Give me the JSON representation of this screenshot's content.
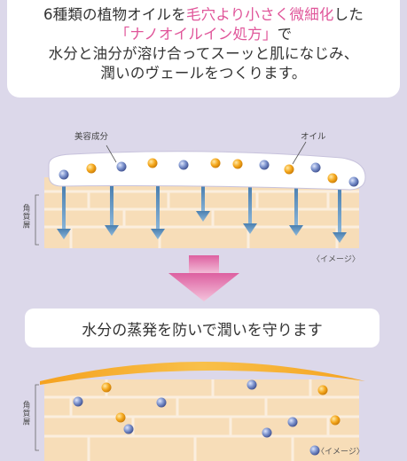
{
  "intro": {
    "line1_prefix": "6種類の植物オイルを",
    "line1_highlight": "毛穴より小さく微細化",
    "line1_suffix": "した",
    "line2_highlight": "「ナノオイルイン処方」",
    "line2_suffix": "で",
    "line3": "水分と油分が溶け合ってスーッと肌になじみ、",
    "line4": "潤いのヴェールをつくります。"
  },
  "diagram1": {
    "label_beauty": "美容成分",
    "label_oil": "オイル",
    "layer_label": "角質層",
    "note": "〈イメージ〉"
  },
  "banner": {
    "text": "水分の蒸発を防いで潤いを守ります"
  },
  "diagram2": {
    "layer_label": "角質層",
    "note": "〈イメージ〉"
  },
  "colors": {
    "accent_pink": "#e0569a",
    "oil_orange": "#f2a41c",
    "beauty_blue": "#6e86c4",
    "arrow_blue": "#5c92bf",
    "skin": "#f7ddb8"
  }
}
